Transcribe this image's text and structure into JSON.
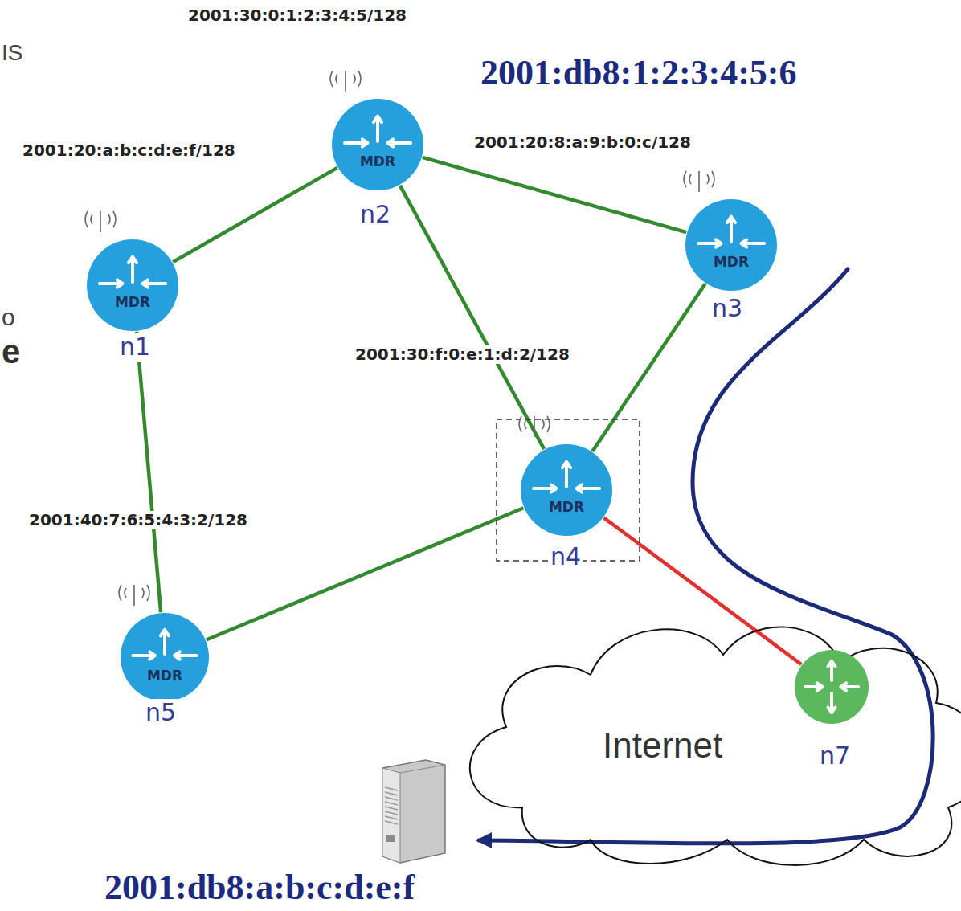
{
  "diagram": {
    "nodes": [
      {
        "text": [
          "MDR",
          "n2"
        ]
      },
      {
        "text": [
          "MDR",
          "n1"
        ]
      },
      {
        "text": [
          "MDR",
          "n3"
        ]
      },
      {
        "text": [
          "MDR",
          "n4"
        ]
      },
      {
        "text": [
          "MDR",
          "n5"
        ]
      },
      {
        "text": [
          "Internet"
        ]
      },
      {
        "text": [
          "n7"
        ]
      },
      {
        "text": [
          "2001:db8:a:b:c:d:e:f"
        ]
      }
    ],
    "edges": [
      {
        "from": 1,
        "to": 0,
        "arrow": "none"
      },
      {
        "from": 0,
        "to": 2,
        "arrow": "none"
      },
      {
        "from": 0,
        "to": 3,
        "arrow": "none"
      },
      {
        "from": 2,
        "to": 3,
        "arrow": "none"
      },
      {
        "from": 1,
        "to": 4,
        "arrow": "none"
      },
      {
        "from": 4,
        "to": 3,
        "arrow": "none"
      },
      {
        "from": 3,
        "to": 6,
        "arrow": "none"
      }
    ],
    "labels": [
      "IS",
      "o",
      "e",
      "2001:30:0:1:2:3:4:5/128",
      "2001:20:a:b:c:d:e:f/128",
      "2001:db8:1:2:3:4:5:6",
      "2001:20:8:a:9:b:0:c/128",
      "2001:30:f:0:e:1:d:2/128",
      "2001:40:7:6:5:4:3:2/128"
    ]
  }
}
